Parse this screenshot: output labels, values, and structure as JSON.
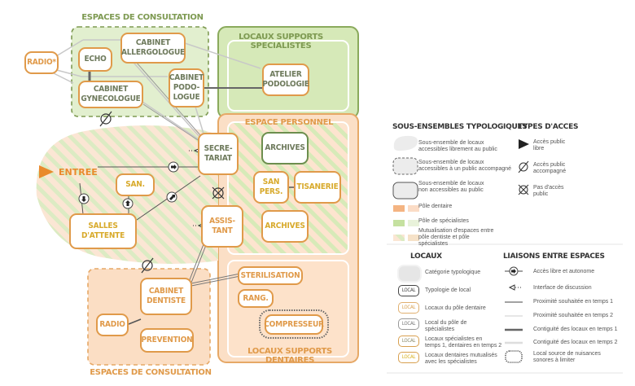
{
  "colors": {
    "dental": "#e09a4a",
    "dental_fill": "#fbe2cc",
    "specialist": "#6d8e4e",
    "specialist_fill": "#d9ebc0",
    "mutual_text": "#d8aa2c",
    "entry_arrow": "#e98a2c"
  },
  "zones": {
    "consultation_top": "ESPACES DE CONSULTATION",
    "supports_specialists": "LOCAUX SUPPORTS\nSPECIALISTES",
    "personal_space": "ESPACE PERSONNEL",
    "supports_dental": "LOCAUX SUPPORTS DENTAIRES",
    "consultation_bottom": "ESPACES DE CONSULTATION"
  },
  "rooms": {
    "radio_star": "RADIO*",
    "echo": "ECHO",
    "cabinet_allergologue": "CABINET\nALLERGOLOGUE",
    "cabinet_gynecologue": "CABINET\nGYNECOLOGUE",
    "cabinet_podologue": "CABINET\nPODO-\nLOGUE",
    "atelier_podologie": "ATELIER\nPODOLOGIE",
    "secretariat": "SECRE-\nTARIAT",
    "assistant": "ASSIS-\nTANT",
    "san": "SAN.",
    "salles_attente": "SALLES\nD'ATTENTE",
    "archives_1": "ARCHIVES",
    "san_pers": "SAN\nPERS.",
    "tisanerie": "TISANERIE",
    "archives_2": "ARCHIVES",
    "sterilisation": "STERILISATION",
    "rang": "RANG.",
    "compresseur": "COMPRESSEUR",
    "cabinet_dentiste": "CABINET\nDENTISTE",
    "radio": "RADIO",
    "prevention": "PREVENTION"
  },
  "entree": "ENTREE",
  "legend": {
    "sous_ensembles": {
      "title": "SOUS-ENSEMBLES TYPOLOGIQUES",
      "items": [
        "Sous-ensemble de locaux\naccessibles librement au public",
        "Sous-ensemble de locaux\naccessibles à un public accompagné",
        "Sous-ensemble de locaux\nnon accessibles au public",
        "Pôle dentaire",
        "Pôle de spécialistes",
        "Mutualisation d'espaces entre\npôle dentiste et pôle\nspécialistes"
      ]
    },
    "types_acces": {
      "title": "TYPES D'ACCES",
      "items": [
        "Accès public\nlibre",
        "Accès public\naccompagné",
        "Pas d'accès\npublic"
      ]
    },
    "locaux": {
      "title": "LOCAUX",
      "sample": "LOCAL",
      "items": [
        "Catégorie typologique",
        "Typologie de local",
        "Locaux du pôle dentaire",
        "Local du pôle de\nspécialistes",
        "Locaux spécialistes en\ntemps 1, dentaires en temps 2",
        "Locaux dentaires mutualisés\navec les spécialistes"
      ]
    },
    "liaisons": {
      "title": "LIAISONS ENTRE ESPACES",
      "items": [
        "Accès libre et autonome",
        "Interface de discussion",
        "Proximité souhaitée en temps 1",
        "Proximité souhaitée en temps 2",
        "Contiguité des locaux en temps 1",
        "Contiguité des locaux en temps 2",
        "Local source de nuisances\nsonores à limiter"
      ]
    }
  }
}
